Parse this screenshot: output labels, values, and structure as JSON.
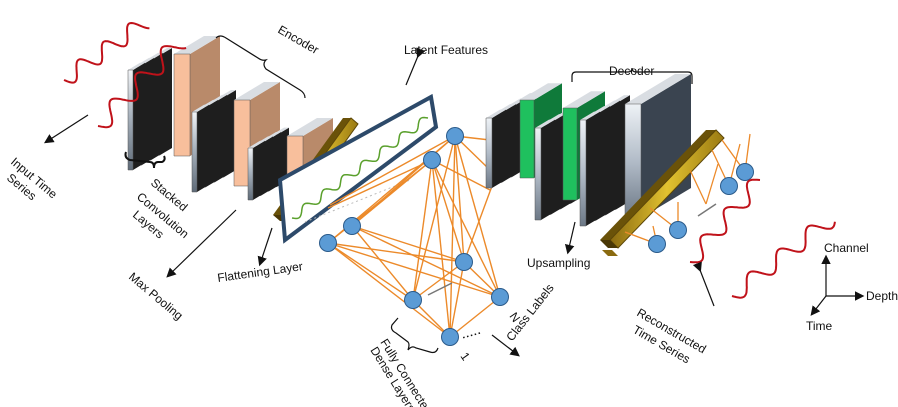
{
  "labels": {
    "encoder": "Encoder",
    "latent_features": "Latent Features",
    "decoder": "Decoder",
    "input_time_series_line1": "Input Time",
    "input_time_series_line2": "Series",
    "stacked_conv_line1": "Stacked",
    "stacked_conv_line2": "Convolution",
    "stacked_conv_line3": "Layers",
    "max_pooling": "Max Pooling",
    "flattening_layer": "Flattening Layer",
    "fully_connected_line1": "Fully Connected",
    "fully_connected_line2": "Dense Layers",
    "class_labels": "Class Labels",
    "label_1": "1",
    "label_n": "N",
    "upsampling": "Upsampling",
    "reconstructed_line1": "Reconstructed",
    "reconstructed_line2": "Time Series",
    "axis_channel": "Channel",
    "axis_depth": "Depth",
    "axis_time": "Time"
  },
  "colors": {
    "signal": "#c0121a",
    "latent_signal": "#5aa02c",
    "pooling_layer": "#f8bf9c",
    "upsampling_layer": "#1fc05e",
    "flatten_bar": "#d4b020",
    "node_fill": "#5b9bd5",
    "connection": "#ec8a2a",
    "latent_frame": "#2d4a6a",
    "conv_layer_light": "#eef2f6",
    "conv_layer_dark": "#2e2e2e"
  }
}
